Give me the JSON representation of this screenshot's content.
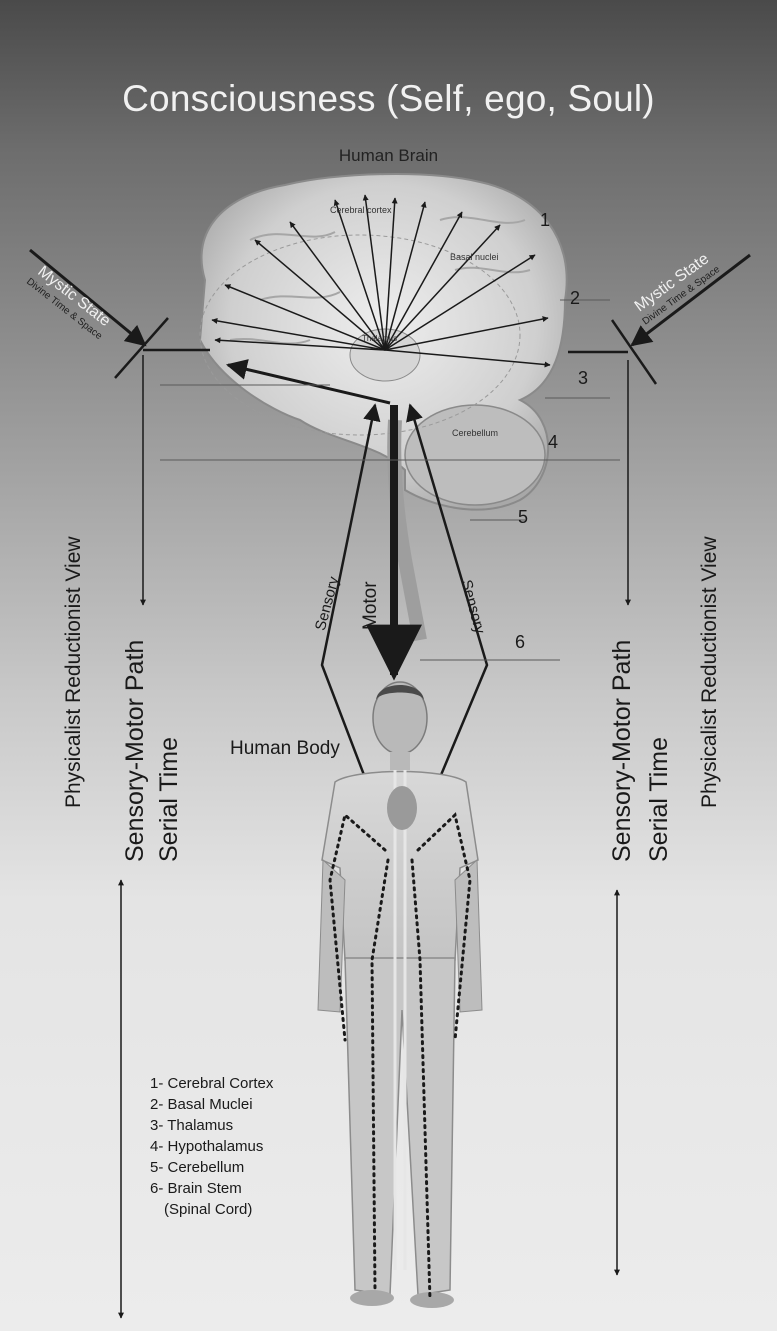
{
  "title": "Consciousness (Self, ego, Soul)",
  "brain_label": "Human Brain",
  "brain_regions": {
    "cortex": "Cerebral cortex",
    "basal": "Basal nuclei",
    "thalamus": "Thalamus",
    "cerebellum": "Cerebellum"
  },
  "mystic_left": {
    "line1": "Mystic State",
    "line2": "Divine Time & Space"
  },
  "mystic_right": {
    "line1": "Mystic State",
    "line2": "Divine Time & Space"
  },
  "left_labels": {
    "view": "Physicalist Reductionist View",
    "path": "Sensory-Motor Path",
    "time": "Serial  Time"
  },
  "right_labels": {
    "path": "Sensory-Motor Path",
    "time": "Serial Time",
    "view": "Physicalist Reductionist View"
  },
  "pathway": {
    "sensory_left": "Sensory",
    "motor": "Motor",
    "sensory_right": "Sensory"
  },
  "body_label": "Human Body",
  "numbers": [
    "1",
    "2",
    "3",
    "4",
    "5",
    "6"
  ],
  "legend": [
    "1- Cerebral Cortex",
    "2- Basal Muclei",
    "3- Thalamus",
    "4- Hypothalamus",
    "5- Cerebellum",
    "6- Brain Stem",
    "(Spinal Cord)"
  ]
}
